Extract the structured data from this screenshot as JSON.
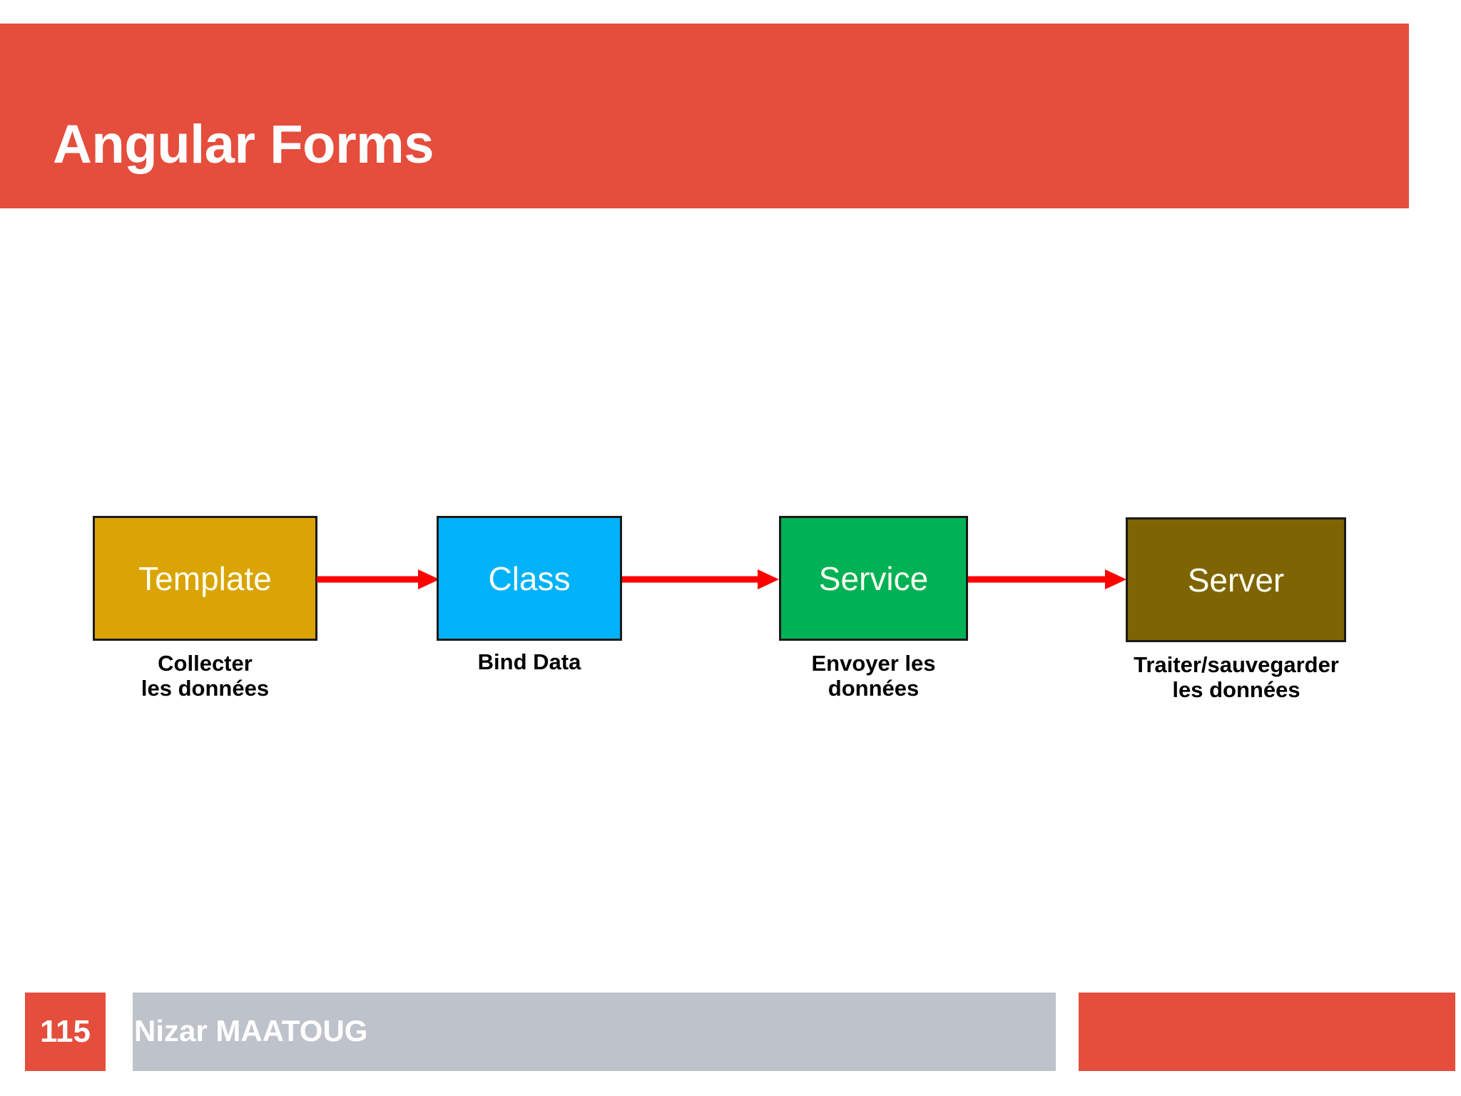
{
  "slide": {
    "title": "Angular Forms",
    "banner_color": "#E54D3C"
  },
  "diagram": {
    "type": "flow",
    "arrow_color": "#FF0000",
    "nodes": [
      {
        "label": "Template",
        "caption": "Collecter\nles données",
        "fill": "#D9A404",
        "text_color": "#FFFFF2"
      },
      {
        "label": "Class",
        "caption": "Bind Data",
        "fill": "#00B2FA",
        "text_color": "#FFFFF2"
      },
      {
        "label": "Service",
        "caption": "Envoyer les\ndonnées",
        "fill": "#00B155",
        "text_color": "#FFFFF2"
      },
      {
        "label": "Server",
        "caption": "Traiter/sauvegarder\nles données",
        "fill": "#7E6402",
        "text_color": "#FFFFF2"
      }
    ]
  },
  "footer": {
    "page_number": "115",
    "author": "Nizar MAATOUG",
    "bar_color": "#BEC2CA",
    "badge_color": "#E54D3C",
    "accent_color": "#E54D3C"
  }
}
